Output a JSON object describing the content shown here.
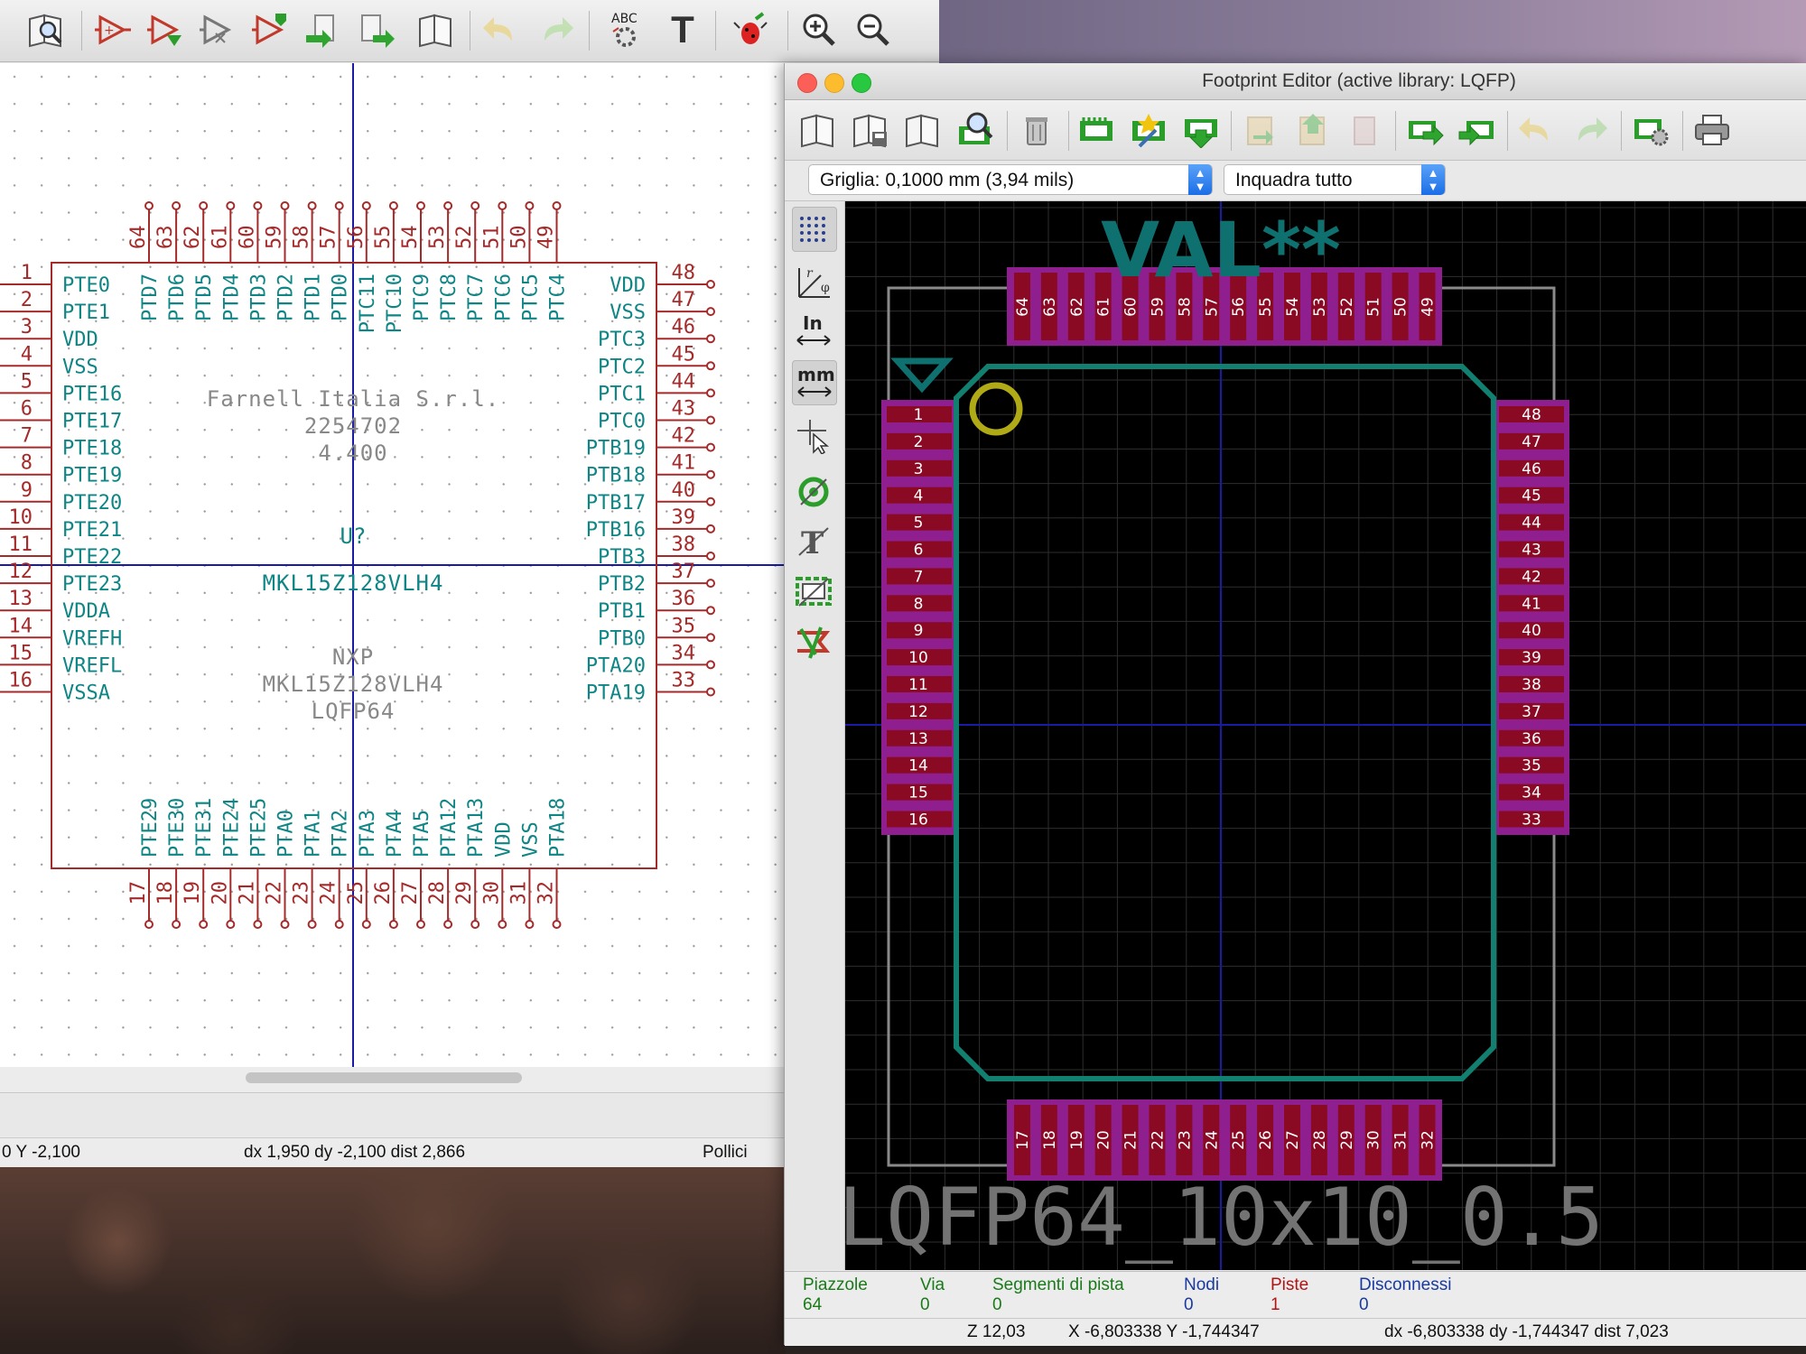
{
  "schematic": {
    "component": {
      "reference": "U?",
      "value": "MKL15Z128VLH4",
      "fields": [
        "Farnell Italia S.r.l.",
        "2254702",
        "4.400"
      ],
      "manufacturer": "NXP",
      "part": "MKL15Z128VLH4",
      "package": "LQFP64",
      "pins_left": [
        {
          "num": "1",
          "name": "PTE0"
        },
        {
          "num": "2",
          "name": "PTE1"
        },
        {
          "num": "3",
          "name": "VDD"
        },
        {
          "num": "4",
          "name": "VSS"
        },
        {
          "num": "5",
          "name": "PTE16"
        },
        {
          "num": "6",
          "name": "PTE17"
        },
        {
          "num": "7",
          "name": "PTE18"
        },
        {
          "num": "8",
          "name": "PTE19"
        },
        {
          "num": "9",
          "name": "PTE20"
        },
        {
          "num": "10",
          "name": "PTE21"
        },
        {
          "num": "11",
          "name": "PTE22"
        },
        {
          "num": "12",
          "name": "PTE23"
        },
        {
          "num": "13",
          "name": "VDDA"
        },
        {
          "num": "14",
          "name": "VREFH"
        },
        {
          "num": "15",
          "name": "VREFL"
        },
        {
          "num": "16",
          "name": "VSSA"
        }
      ],
      "pins_right": [
        {
          "num": "48",
          "name": "VDD"
        },
        {
          "num": "47",
          "name": "VSS"
        },
        {
          "num": "46",
          "name": "PTC3"
        },
        {
          "num": "45",
          "name": "PTC2"
        },
        {
          "num": "44",
          "name": "PTC1"
        },
        {
          "num": "43",
          "name": "PTC0"
        },
        {
          "num": "42",
          "name": "PTB19"
        },
        {
          "num": "41",
          "name": "PTB18"
        },
        {
          "num": "40",
          "name": "PTB17"
        },
        {
          "num": "39",
          "name": "PTB16"
        },
        {
          "num": "38",
          "name": "PTB3"
        },
        {
          "num": "37",
          "name": "PTB2"
        },
        {
          "num": "36",
          "name": "PTB1"
        },
        {
          "num": "35",
          "name": "PTB0"
        },
        {
          "num": "34",
          "name": "PTA20"
        },
        {
          "num": "33",
          "name": "PTA19"
        }
      ],
      "pins_top": [
        {
          "num": "64",
          "name": "PTD7"
        },
        {
          "num": "63",
          "name": "PTD6"
        },
        {
          "num": "62",
          "name": "PTD5"
        },
        {
          "num": "61",
          "name": "PTD4"
        },
        {
          "num": "60",
          "name": "PTD3"
        },
        {
          "num": "59",
          "name": "PTD2"
        },
        {
          "num": "58",
          "name": "PTD1"
        },
        {
          "num": "57",
          "name": "PTD0"
        },
        {
          "num": "56",
          "name": "PTC11"
        },
        {
          "num": "55",
          "name": "PTC10"
        },
        {
          "num": "54",
          "name": "PTC9"
        },
        {
          "num": "53",
          "name": "PTC8"
        },
        {
          "num": "52",
          "name": "PTC7"
        },
        {
          "num": "51",
          "name": "PTC6"
        },
        {
          "num": "50",
          "name": "PTC5"
        },
        {
          "num": "49",
          "name": "PTC4"
        }
      ],
      "pins_bottom": [
        {
          "num": "17",
          "name": "PTE29"
        },
        {
          "num": "18",
          "name": "PTE30"
        },
        {
          "num": "19",
          "name": "PTE31"
        },
        {
          "num": "20",
          "name": "PTE24"
        },
        {
          "num": "21",
          "name": "PTE25"
        },
        {
          "num": "22",
          "name": "PTA0"
        },
        {
          "num": "23",
          "name": "PTA1"
        },
        {
          "num": "24",
          "name": "PTA2"
        },
        {
          "num": "25",
          "name": "PTA3"
        },
        {
          "num": "26",
          "name": "PTA4"
        },
        {
          "num": "27",
          "name": "PTA5"
        },
        {
          "num": "28",
          "name": "PTA12"
        },
        {
          "num": "29",
          "name": "PTA13"
        },
        {
          "num": "30",
          "name": "VDD"
        },
        {
          "num": "31",
          "name": "VSS"
        },
        {
          "num": "32",
          "name": "PTA18"
        }
      ]
    },
    "status": {
      "y": "0  Y -2,100",
      "delta": "dx 1,950  dy -2,100  dist 2,866",
      "units": "Pollici"
    },
    "toolbar": [
      "library-browser",
      "annotate",
      "erc",
      "netlist",
      "bom",
      "import-footprints",
      "export",
      "library-manager",
      "undo",
      "redo",
      "spell-check",
      "text-tool",
      "simulator",
      "zoom-in",
      "zoom-out"
    ]
  },
  "footprint_editor": {
    "title": "Footprint Editor (active library: LQFP)",
    "grid_select": "Griglia: 0,1000 mm (3,94 mils)",
    "zoom_select": "Inquadra tutto",
    "value_text": "VAL**",
    "reference_text": "LQFP64_10x10_0.5",
    "pads_left": [
      "1",
      "2",
      "3",
      "4",
      "5",
      "6",
      "7",
      "8",
      "9",
      "10",
      "11",
      "12",
      "13",
      "14",
      "15",
      "16"
    ],
    "pads_bottom": [
      "17",
      "18",
      "19",
      "20",
      "21",
      "22",
      "23",
      "24",
      "25",
      "26",
      "27",
      "28",
      "29",
      "30",
      "31",
      "32"
    ],
    "pads_right": [
      "48",
      "47",
      "46",
      "45",
      "44",
      "43",
      "42",
      "41",
      "40",
      "39",
      "38",
      "37",
      "36",
      "35",
      "34",
      "33"
    ],
    "pads_top": [
      "64",
      "63",
      "62",
      "61",
      "60",
      "59",
      "58",
      "57",
      "56",
      "55",
      "54",
      "53",
      "52",
      "51",
      "50",
      "49"
    ],
    "msg_panel": [
      {
        "title": "Piazzole",
        "value": "64",
        "color": "#1a7a1a"
      },
      {
        "title": "Via",
        "value": "0",
        "color": "#1a7a1a"
      },
      {
        "title": "Segmenti di pista",
        "value": "0",
        "color": "#1a7a1a"
      },
      {
        "title": "Nodi",
        "value": "0",
        "color": "#1a3aa0"
      },
      {
        "title": "Piste",
        "value": "1",
        "color": "#b01515"
      },
      {
        "title": "Disconnessi",
        "value": "0",
        "color": "#1a3aa0"
      }
    ],
    "status": {
      "zoom": "Z 12,03",
      "xy": "X -6,803338  Y -1,744347",
      "delta": "dx -6,803338  dy -1,744347  dist 7,023"
    },
    "left_tools": [
      "grid-toggle",
      "polar-coords",
      "units-inch",
      "units-mm",
      "cursor-shape",
      "pad-display",
      "text-display",
      "edge-display",
      "ratsnest"
    ],
    "colors": {
      "pad_fill": "#8a0a24",
      "pad_frame": "#8f1e8f",
      "courtyard": "#128070",
      "fab_text": "#0f7070",
      "ref_text": "#737373",
      "outline": "#8a8a8a",
      "pin1_marker": "#b0aa16",
      "axis": "#1a1aa5",
      "grid": "#2e2e2e"
    }
  }
}
